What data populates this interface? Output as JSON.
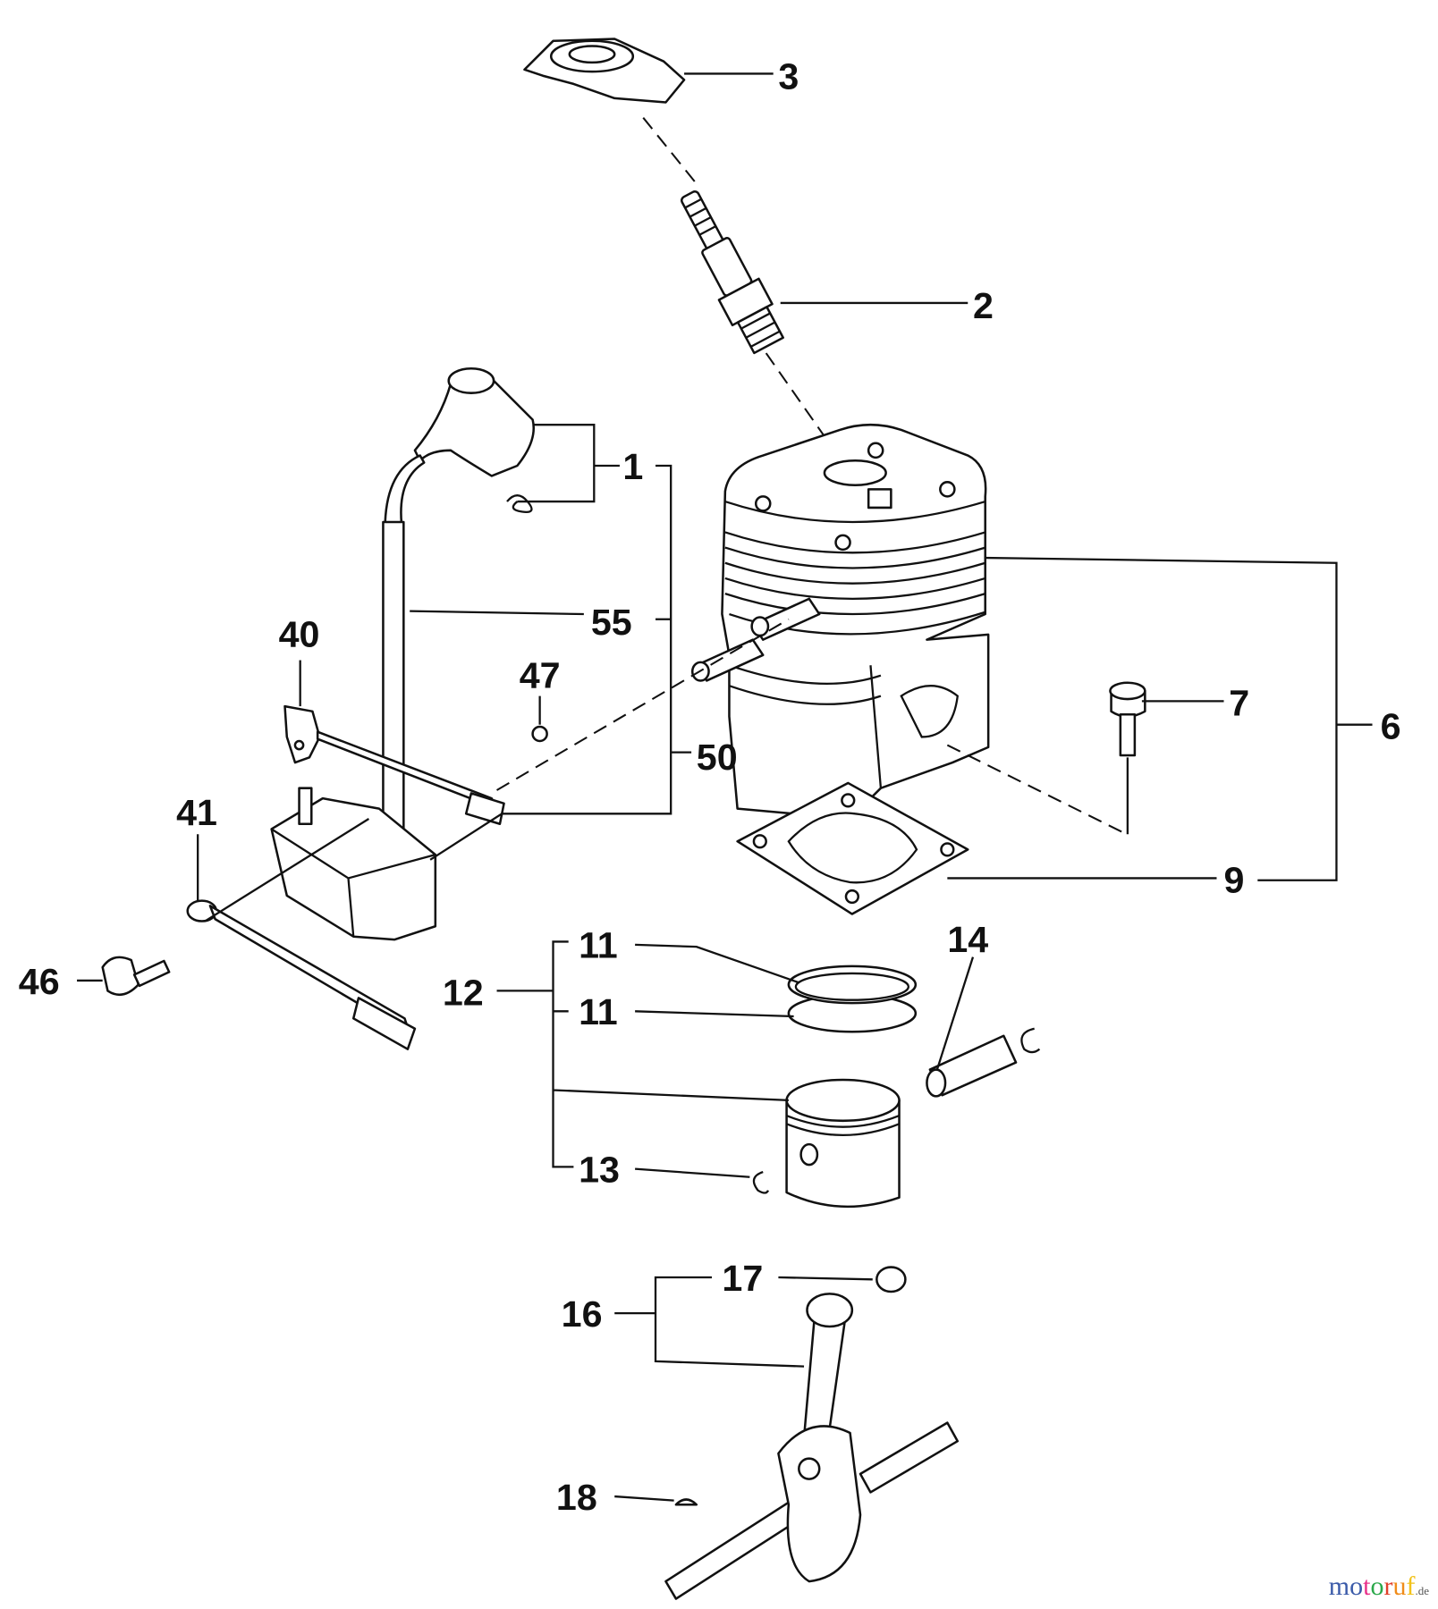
{
  "diagram": {
    "callouts": {
      "c1": "1",
      "c2": "2",
      "c3": "3",
      "c6": "6",
      "c7": "7",
      "c9": "9",
      "c11a": "11",
      "c11b": "11",
      "c12": "12",
      "c13": "13",
      "c14": "14",
      "c16": "16",
      "c17": "17",
      "c18": "18",
      "c40": "40",
      "c41": "41",
      "c46": "46",
      "c47": "47",
      "c50": "50",
      "c55": "55"
    }
  },
  "watermark": {
    "letters": [
      "m",
      "o",
      "t",
      "o",
      "r",
      "u",
      "f"
    ],
    "colors": [
      "#3b5ba9",
      "#3b5ba9",
      "#e8318a",
      "#2aa84a",
      "#e0402a",
      "#f08c1a",
      "#f2c21a"
    ],
    "suffix": ".de"
  }
}
